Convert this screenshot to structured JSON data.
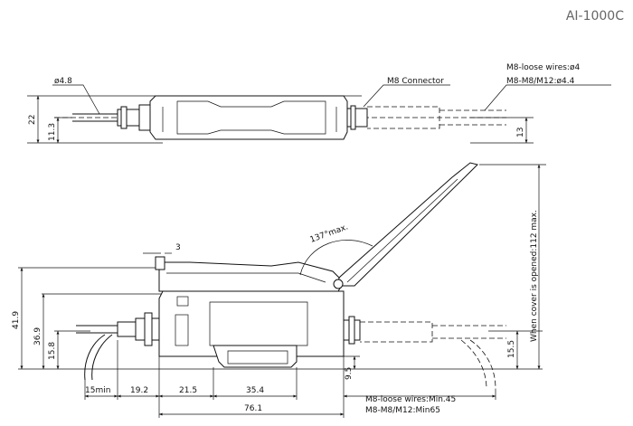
{
  "title": "AI-1000C",
  "top_view": {
    "diameter_label": "ø4.8",
    "connector_label": "M8 Connector",
    "wires_label_1": "M8-loose wires:ø4",
    "wires_label_2": "M8-M8/M12:ø4.4",
    "dim_height": "22",
    "dim_center": "11.3",
    "dim_right": "13"
  },
  "side_view": {
    "dim_3": "3",
    "dim_angle": "137°max.",
    "dim_cover_open": "When cover is opened:112 max.",
    "dim_41_9": "41.9",
    "dim_36_9": "36.9",
    "dim_15_8": "15.8",
    "dim_15_5": "15.5",
    "dim_9_5": "9.5",
    "dim_15min": "15min",
    "dim_19_2": "19.2",
    "dim_21_5": "21.5",
    "dim_35_4": "35.4",
    "dim_76_1": "76.1",
    "bend_label_1": "M8-loose wires:Min.45",
    "bend_label_2": "M8-M8/M12:Min65"
  }
}
